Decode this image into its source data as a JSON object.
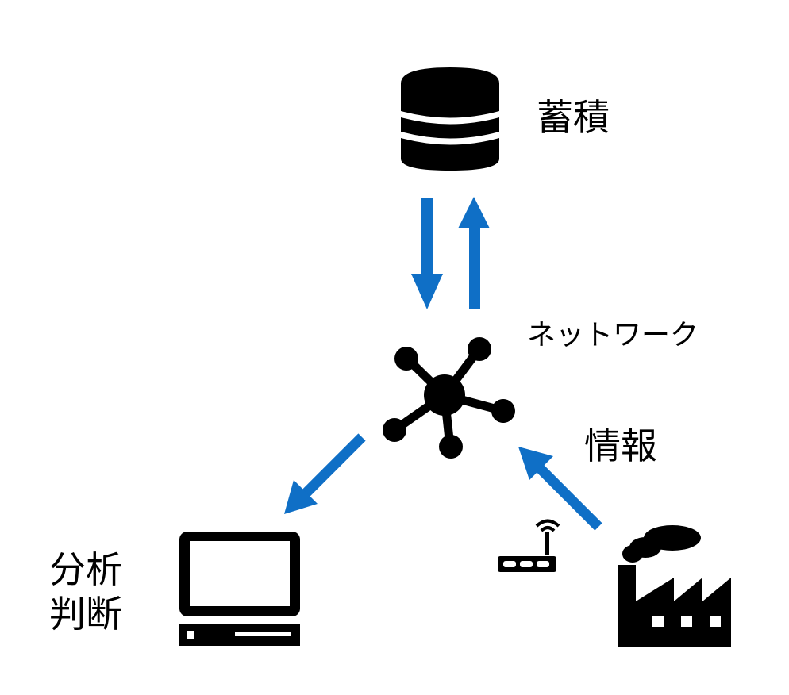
{
  "labels": {
    "storage": "蓄積",
    "network": "ネットワーク",
    "information": "情報",
    "analysis_line1": "分析",
    "analysis_line2": "判断"
  },
  "icons": {
    "storage": "database-icon",
    "network": "network-hub-icon",
    "computer": "desktop-computer-icon",
    "router": "wifi-router-icon",
    "factory": "factory-icon"
  },
  "arrows": [
    {
      "name": "arrow-network-to-storage",
      "from": "network",
      "to": "storage"
    },
    {
      "name": "arrow-storage-to-network",
      "from": "storage",
      "to": "network"
    },
    {
      "name": "arrow-network-to-computer",
      "from": "network",
      "to": "computer"
    },
    {
      "name": "arrow-factory-to-network",
      "from": "factory",
      "to": "network"
    }
  ],
  "colors": {
    "arrow": "#0F6FC6",
    "icon": "#000000",
    "background": "#FFFFFF"
  }
}
